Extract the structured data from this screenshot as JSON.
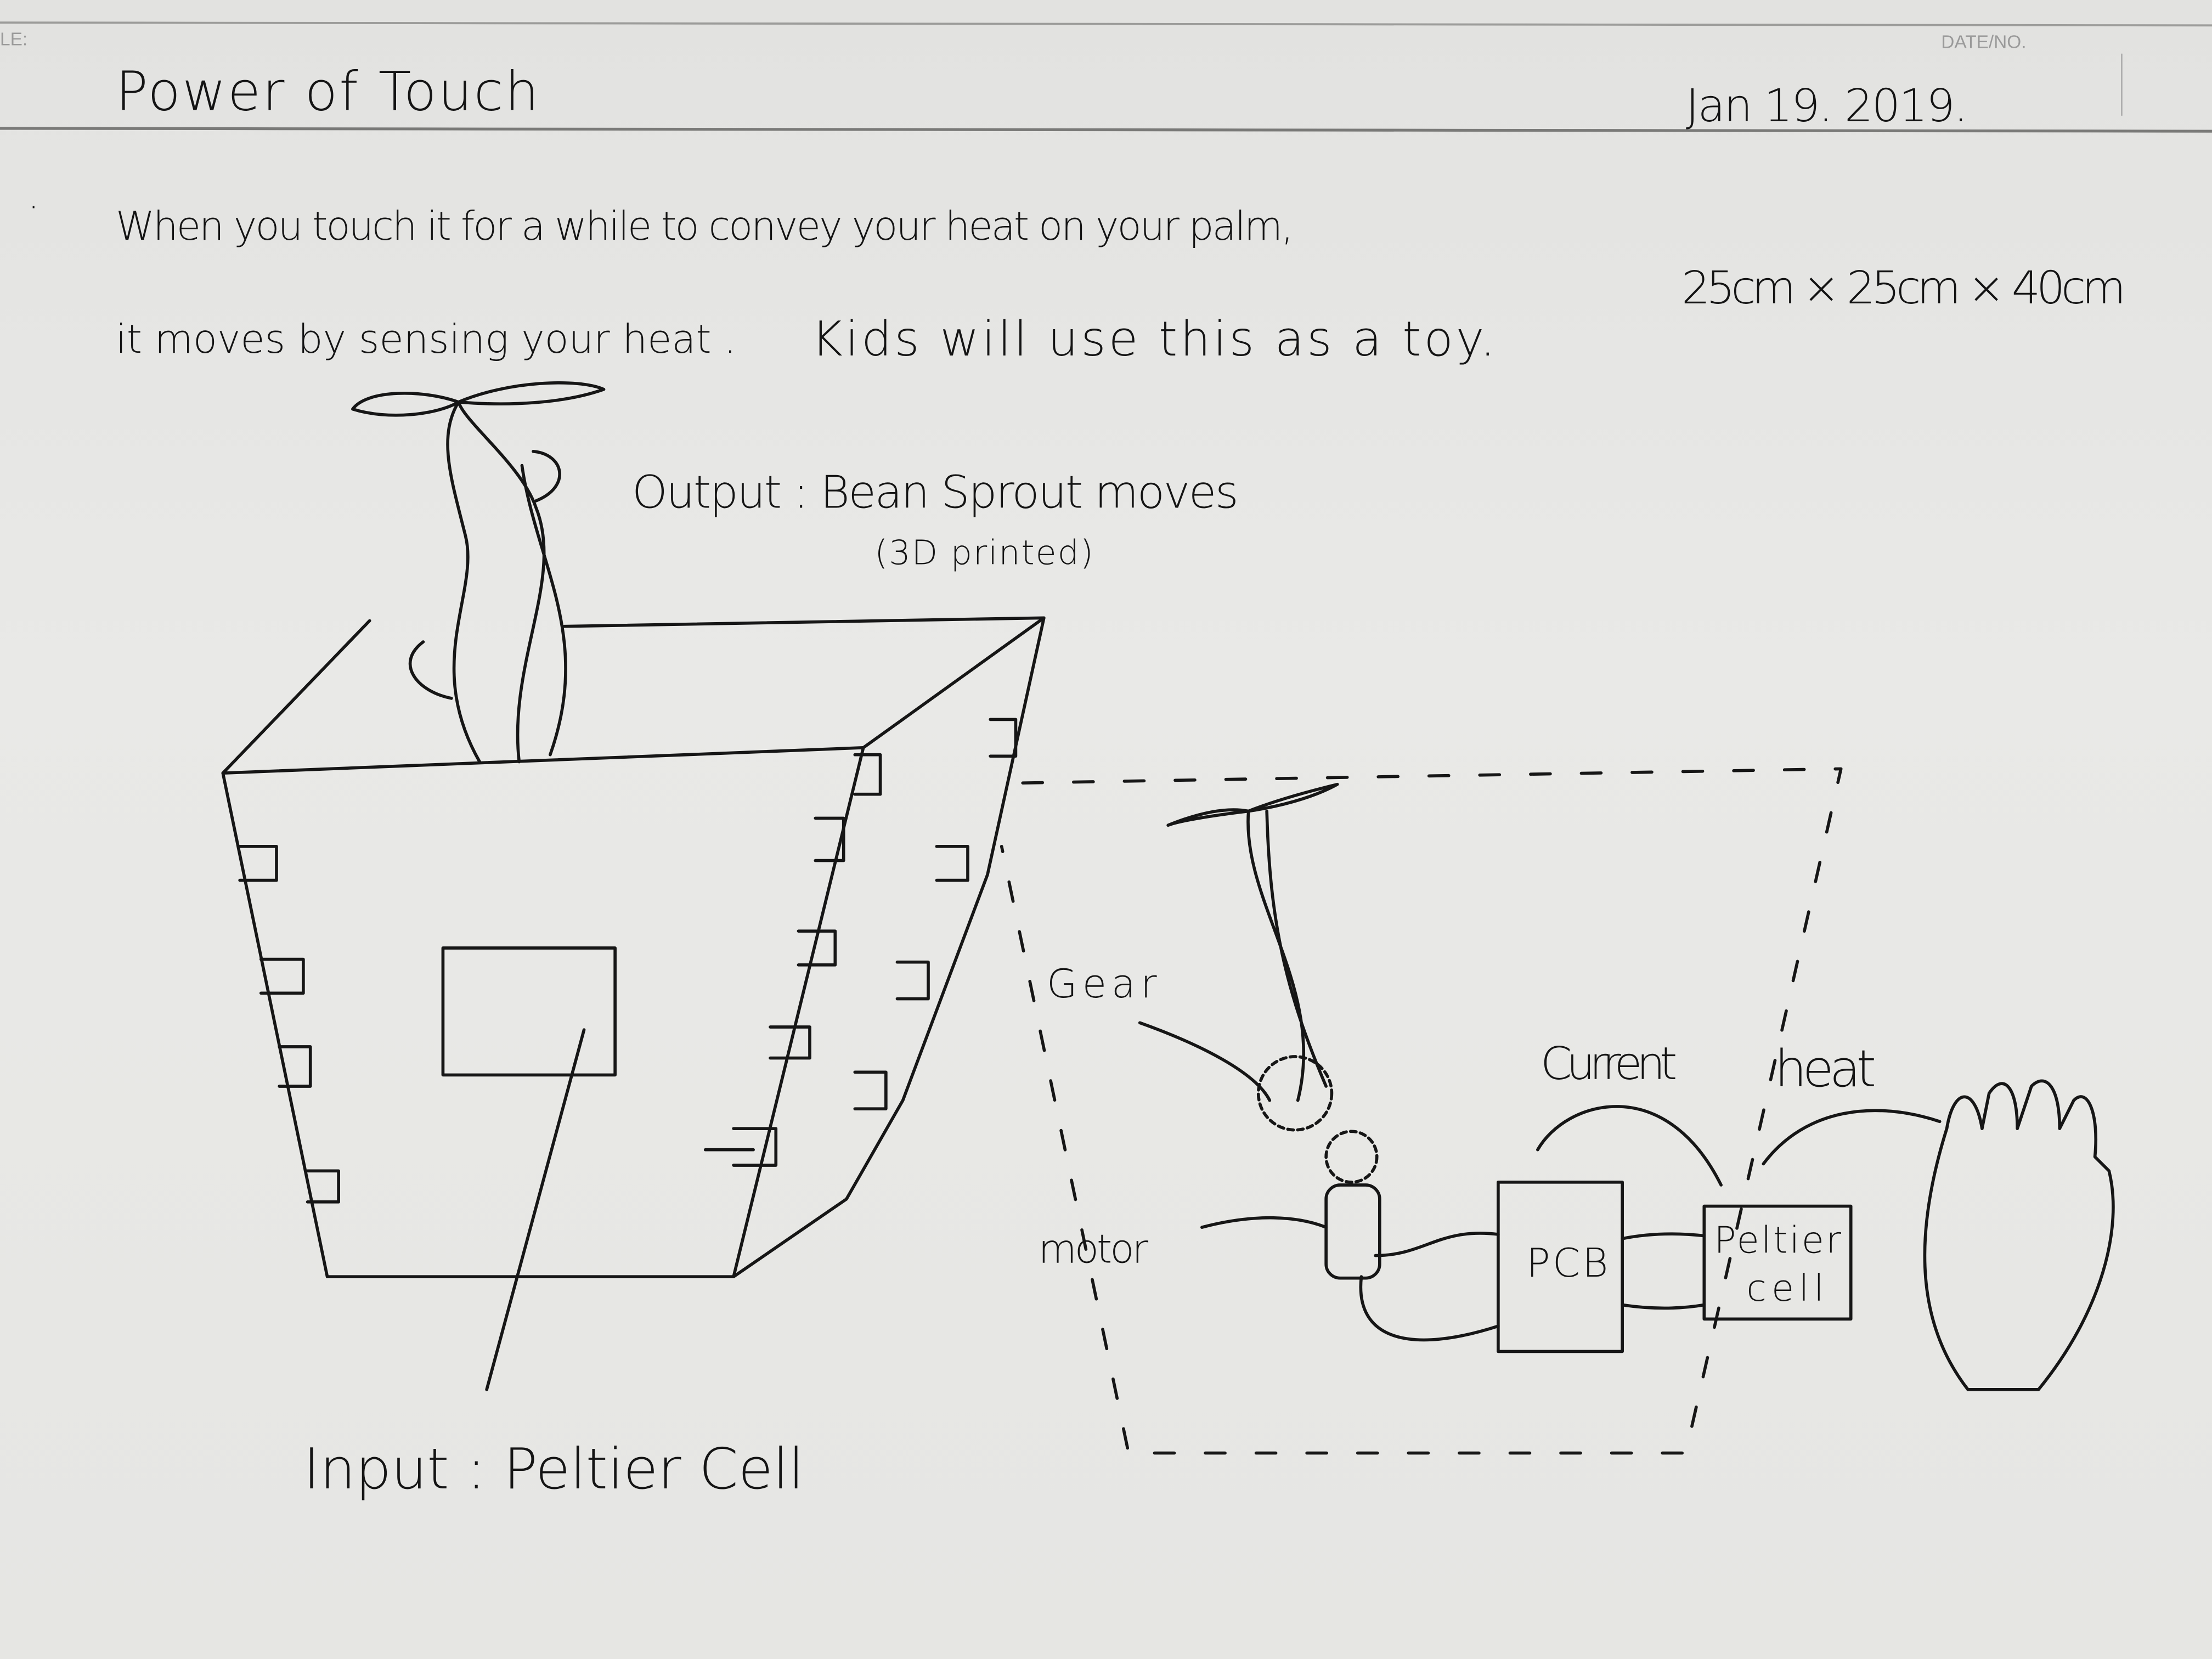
{
  "header": {
    "left_label": "LE:",
    "right_label": "DATE/NO."
  },
  "title": "Power of Touch",
  "date": "Jan 19. 2019.",
  "description": {
    "line1": "When you touch it for a while to convey your heat on your palm,",
    "line2a": "it moves by sensing your heat .",
    "line2b": "Kids will use this as a toy."
  },
  "dimensions": "25cm × 25cm × 40cm",
  "labels": {
    "output": "Output : Bean Sprout moves",
    "output_note": "(3D printed)",
    "input": "Input : Peltier Cell",
    "gear": "Gear",
    "motor": "motor",
    "current": "Current",
    "heat": "heat",
    "pcb": "PCB",
    "peltier_1": "Peltier",
    "peltier_2": "cell"
  }
}
